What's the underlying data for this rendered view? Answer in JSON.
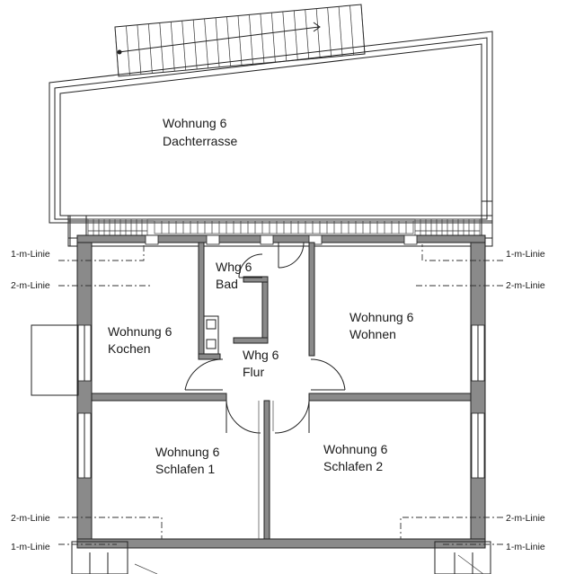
{
  "rooms": {
    "dachterrasse": {
      "line1": "Wohnung 6",
      "line2": "Dachterrasse"
    },
    "bad": {
      "line1": "Whg 6",
      "line2": "Bad"
    },
    "kochen": {
      "line1": "Wohnung 6",
      "line2": "Kochen"
    },
    "wohnen": {
      "line1": "Wohnung 6",
      "line2": "Wohnen"
    },
    "flur": {
      "line1": "Whg 6",
      "line2": "Flur"
    },
    "schlafen1": {
      "line1": "Wohnung 6",
      "line2": "Schlafen 1"
    },
    "schlafen2": {
      "line1": "Wohnung 6",
      "line2": "Schlafen 2"
    }
  },
  "limit_lines": {
    "one_m": "1-m-Linie",
    "two_m": "2-m-Linie"
  },
  "colors": {
    "wall_fill": "#8a8a8a",
    "line": "#222222",
    "background": "#ffffff"
  }
}
